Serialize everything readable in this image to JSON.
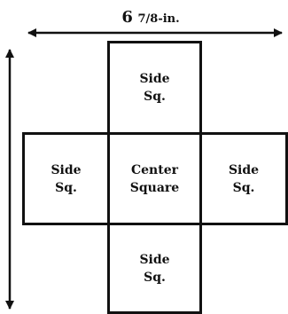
{
  "dimension": {
    "whole": "6",
    "fraction": "7/8",
    "unit": "-in."
  },
  "squares": {
    "top": {
      "line1": "Side",
      "line2": "Sq."
    },
    "left": {
      "line1": "Side",
      "line2": "Sq."
    },
    "center": {
      "line1": "Center",
      "line2": "Square"
    },
    "right": {
      "line1": "Side",
      "line2": "Sq."
    },
    "bottom": {
      "line1": "Side",
      "line2": "Sq."
    }
  },
  "colors": {
    "stroke": "#111111",
    "background": "#ffffff"
  }
}
